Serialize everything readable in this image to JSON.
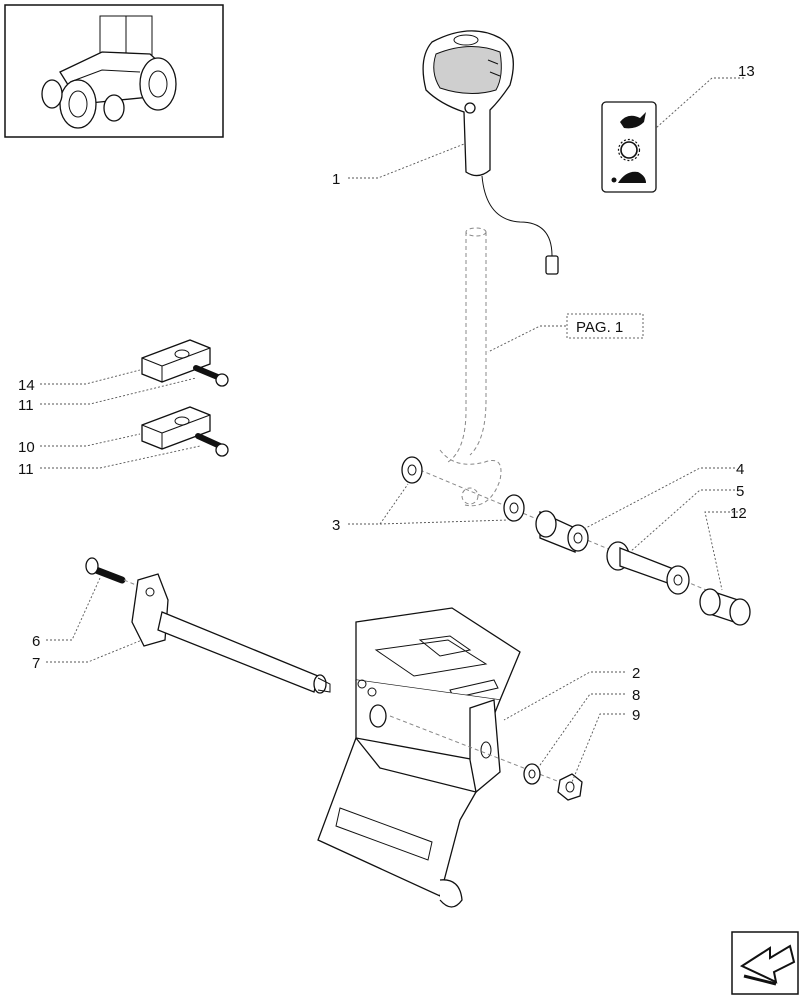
{
  "callouts": [
    {
      "id": "1",
      "label": "1"
    },
    {
      "id": "2",
      "label": "2"
    },
    {
      "id": "3",
      "label": "3"
    },
    {
      "id": "4",
      "label": "4"
    },
    {
      "id": "5",
      "label": "5"
    },
    {
      "id": "6",
      "label": "6"
    },
    {
      "id": "7",
      "label": "7"
    },
    {
      "id": "8",
      "label": "8"
    },
    {
      "id": "9",
      "label": "9"
    },
    {
      "id": "10",
      "label": "10"
    },
    {
      "id": "11a",
      "label": "11"
    },
    {
      "id": "11b",
      "label": "11"
    },
    {
      "id": "12",
      "label": "12"
    },
    {
      "id": "13",
      "label": "13"
    },
    {
      "id": "14",
      "label": "14"
    }
  ],
  "reference_box": {
    "label": "PAG. 1"
  },
  "icons": {
    "thumbnail": "tractor-thumbnail-icon",
    "hare": "hare-icon",
    "gear": "gear-icon",
    "tortoise": "tortoise-icon",
    "nav": "next-page-arrow-icon"
  }
}
